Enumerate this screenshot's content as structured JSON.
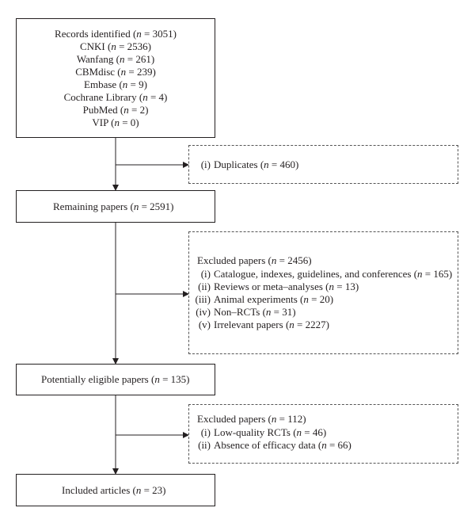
{
  "identification": {
    "lines": [
      "Records identified (n = 3051)",
      "CNKI (n = 2536)",
      "Wanfang (n = 261)",
      "CBMdisc (n = 239)",
      "Embase (n = 9)",
      "Cochrane Library (n = 4)",
      "PubMed (n = 2)",
      "VIP (n = 0)"
    ]
  },
  "duplicates": {
    "num": "(i)",
    "text": "Duplicates (n = 460)"
  },
  "remaining": {
    "text": "Remaining papers (n = 2591)"
  },
  "excluded1": {
    "title": "Excluded papers (n = 2456)",
    "items": [
      {
        "num": "(i)",
        "text": "Catalogue, indexes, guidelines, and conferences (n = 165)"
      },
      {
        "num": "(ii)",
        "text": "Reviews or meta–analyses (n = 13)"
      },
      {
        "num": "(iii)",
        "text": "Animal experiments (n = 20)"
      },
      {
        "num": "(iv)",
        "text": "Non–RCTs (n = 31)"
      },
      {
        "num": "(v)",
        "text": "Irrelevant papers (n = 2227)"
      }
    ]
  },
  "eligible": {
    "text": "Potentially eligible papers (n = 135)"
  },
  "excluded2": {
    "title": "Excluded papers (n = 112)",
    "items": [
      {
        "num": "(i)",
        "text": "Low-quality RCTs (n = 46)"
      },
      {
        "num": "(ii)",
        "text": "Absence of efficacy data (n = 66)"
      }
    ]
  },
  "included": {
    "text": "Included articles (n = 23)"
  }
}
